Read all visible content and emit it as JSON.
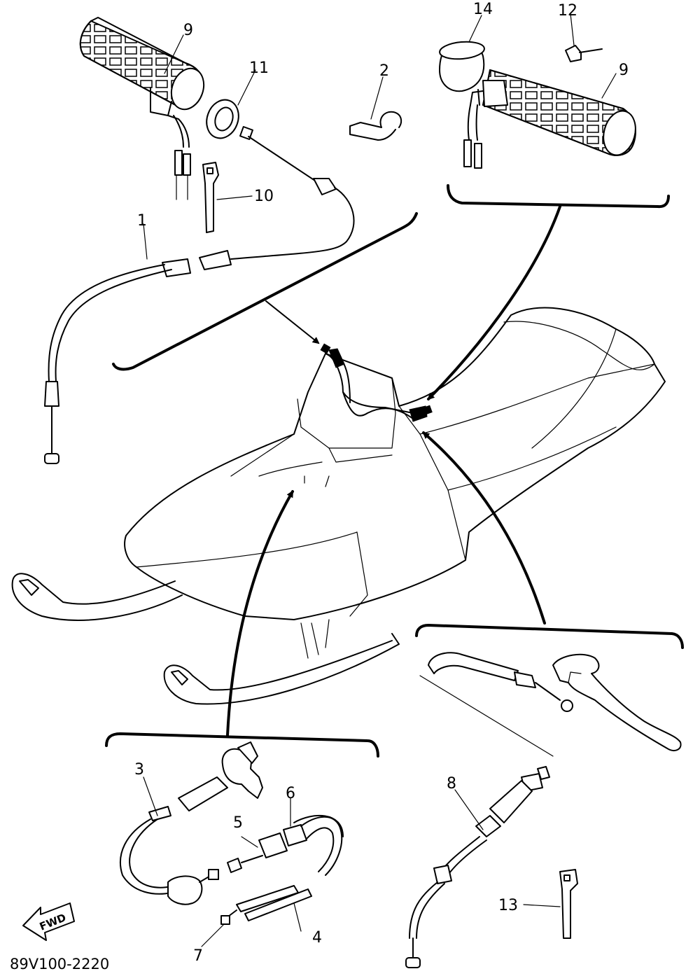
{
  "diagram_code": "89V100-2220",
  "fwd_label": "FWD",
  "callouts": {
    "c1": "1",
    "c2": "2",
    "c3": "3",
    "c4": "4",
    "c5": "5",
    "c6": "6",
    "c7": "7",
    "c8": "8",
    "c9_left": "9",
    "c9_right": "9",
    "c10": "10",
    "c11": "11",
    "c12": "12",
    "c13": "13",
    "c14": "14"
  },
  "icons": {
    "fwd": "fwd-arrow-icon"
  }
}
